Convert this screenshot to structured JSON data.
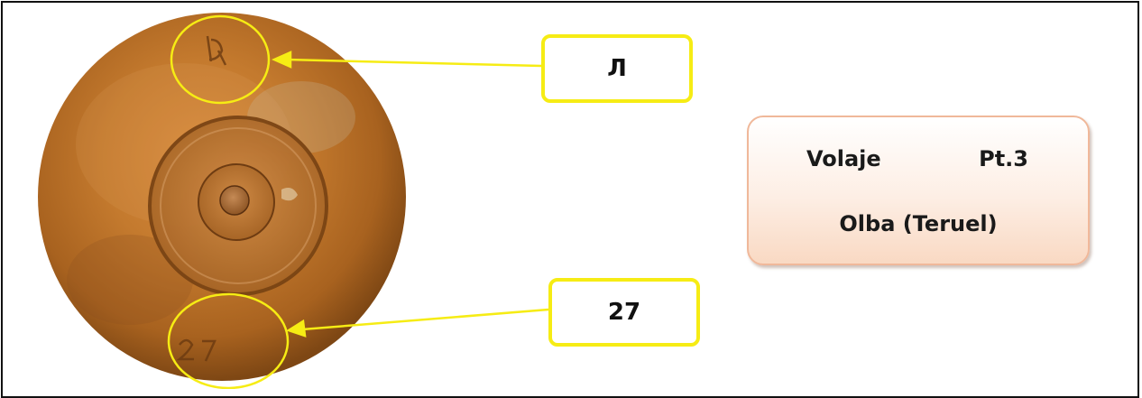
{
  "annotations": {
    "top_mark": "Л",
    "bottom_mark": "27"
  },
  "info_card": {
    "name": "Volaje",
    "part": "Pt.3",
    "place": "Olba (Teruel)"
  },
  "colors": {
    "highlight": "#f6ec14",
    "card_border": "#f0b89a",
    "coin_base": "#c17a2c"
  }
}
